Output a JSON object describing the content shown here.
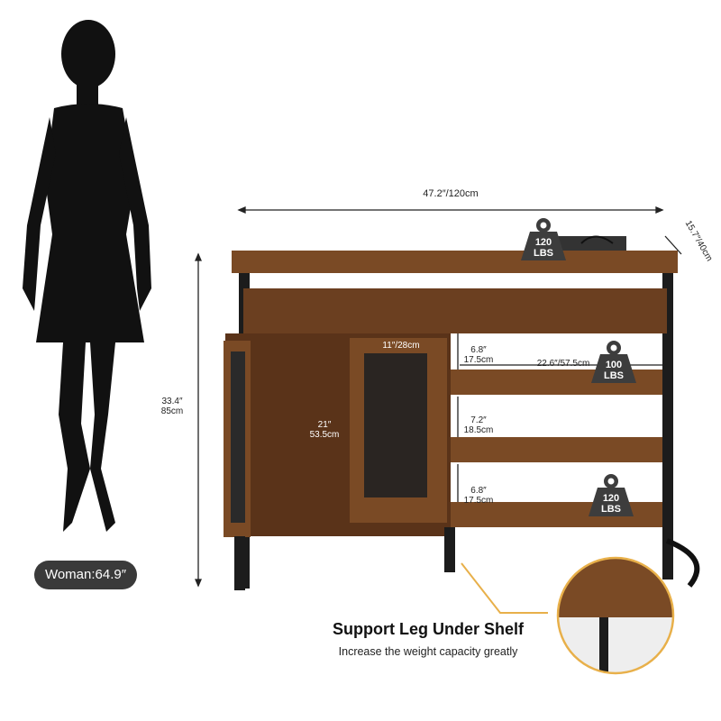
{
  "woman_label": "Woman:64.9″",
  "dimensions": {
    "width": "47.2″/120cm",
    "depth": "15.7″/40cm",
    "height_in": "33.4″",
    "height_cm": "85cm",
    "door_width": "11″/28cm",
    "cabinet_height_in": "21″",
    "cabinet_height_cm": "53.5cm",
    "shelf_width": "22.6″/57.5cm",
    "shelf1_in": "6.8″",
    "shelf1_cm": "17.5cm",
    "shelf2_in": "7.2″",
    "shelf2_cm": "18.5cm",
    "shelf3_in": "6.8″",
    "shelf3_cm": "17.5cm"
  },
  "weights": [
    {
      "value": "120",
      "unit": "LBS"
    },
    {
      "value": "100",
      "unit": "LBS"
    },
    {
      "value": "120",
      "unit": "LBS"
    }
  ],
  "feature": {
    "title": "Support Leg Under Shelf",
    "subtitle": "Increase the weight capacity greatly"
  },
  "colors": {
    "wood": "#7a4a25",
    "metal": "#1c1c1c",
    "accent": "#e8b04a",
    "weight": "#3d3d3d"
  }
}
